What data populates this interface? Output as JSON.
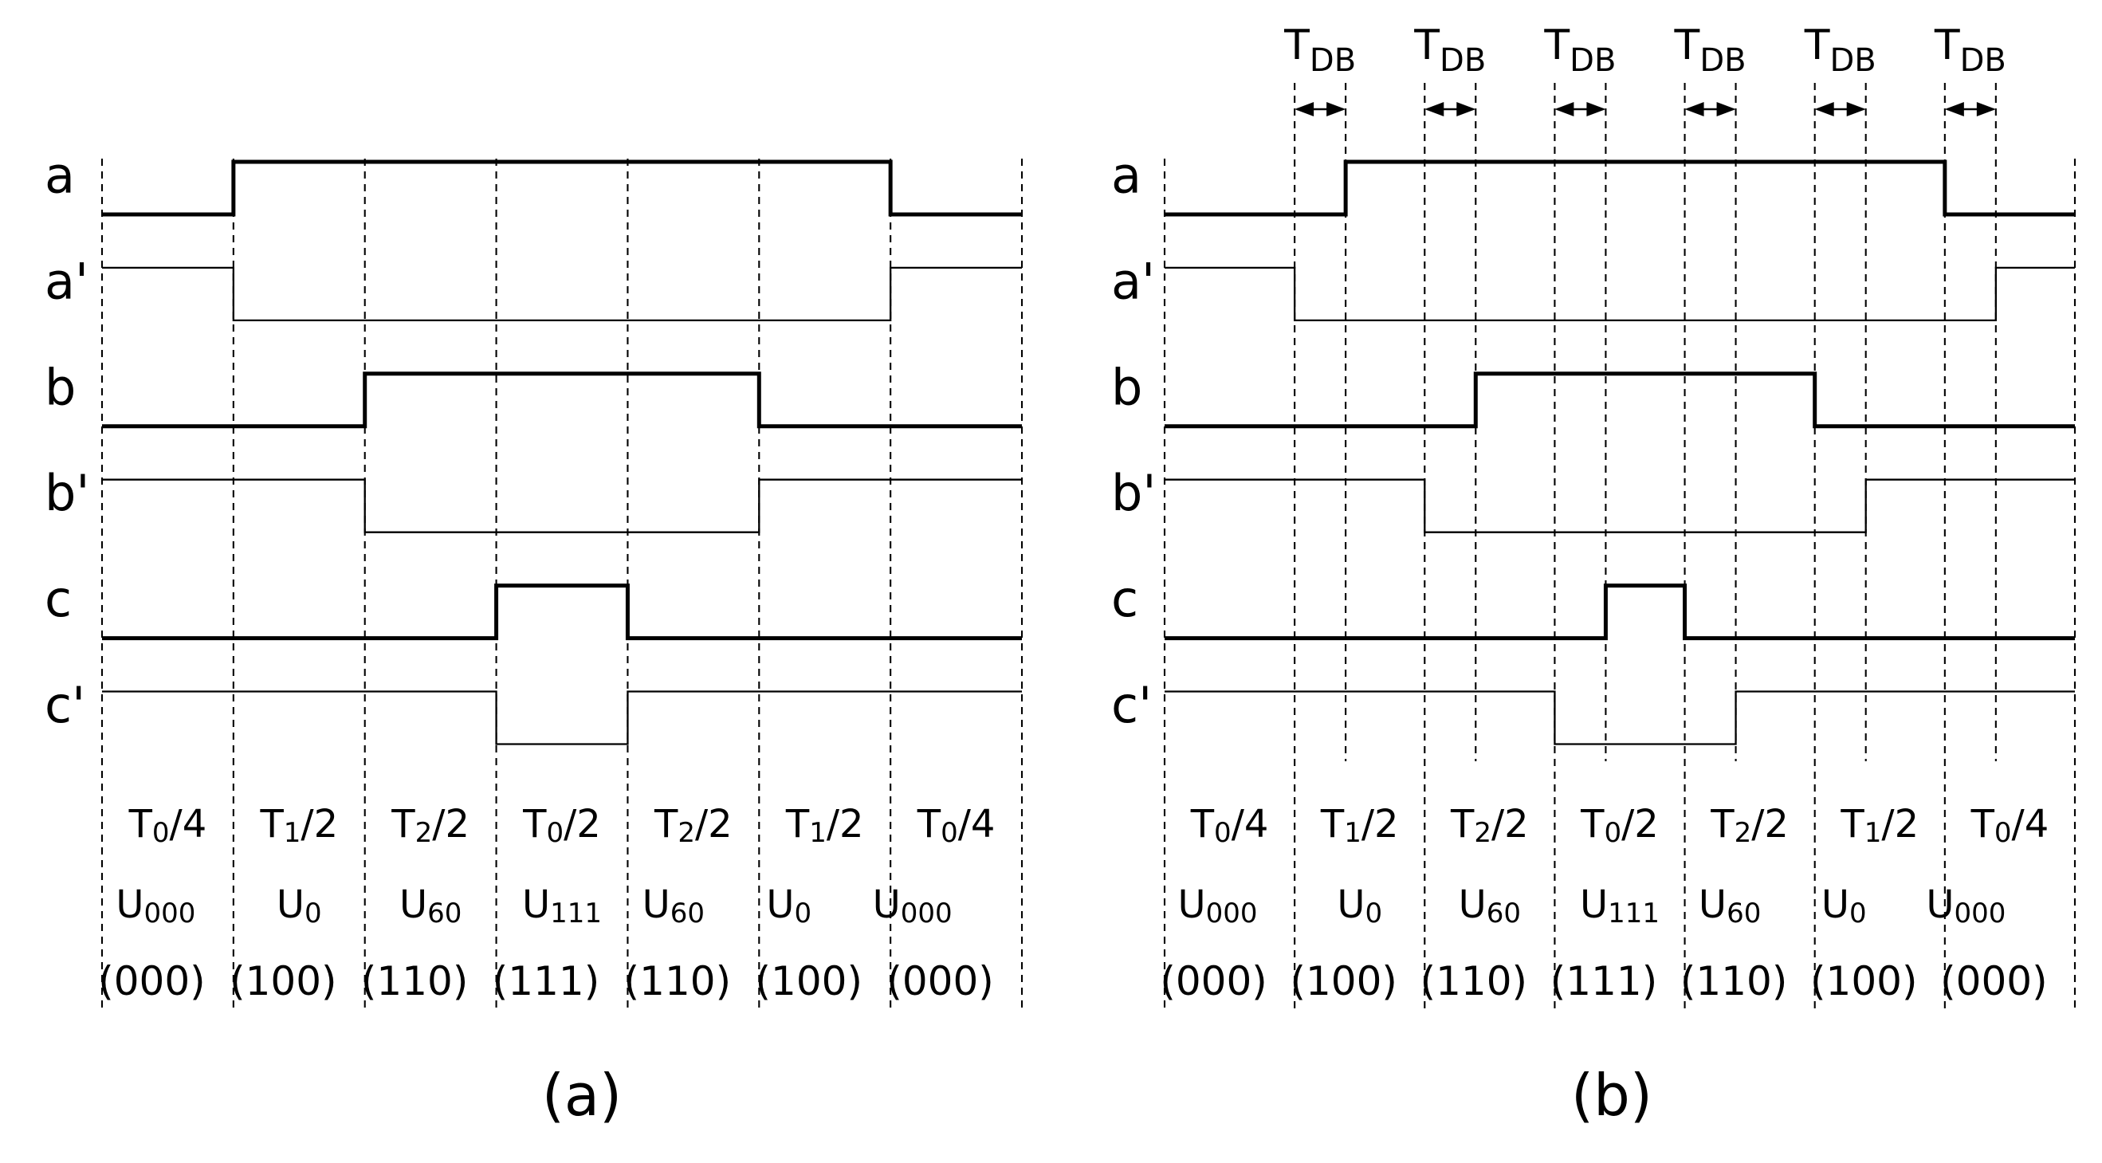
{
  "figure": {
    "background": "#ffffff",
    "ink": "#000000",
    "description": "Space-vector PWM switching sequence timing diagrams: (a) ideal complementary gate signals, (b) gate signals with dead-band delay on every rising edge"
  },
  "chart_data": {
    "type": "timing",
    "signals": [
      {
        "label": "a",
        "weight": "thick",
        "pattern": [
          0,
          1,
          1,
          1,
          1,
          1,
          0
        ]
      },
      {
        "label": "a'",
        "weight": "thin",
        "pattern": [
          1,
          0,
          0,
          0,
          0,
          0,
          1
        ]
      },
      {
        "label": "b",
        "weight": "thick",
        "pattern": [
          0,
          0,
          1,
          1,
          1,
          0,
          0
        ]
      },
      {
        "label": "b'",
        "weight": "thin",
        "pattern": [
          1,
          1,
          0,
          0,
          0,
          1,
          1
        ]
      },
      {
        "label": "c",
        "weight": "thick",
        "pattern": [
          0,
          0,
          0,
          1,
          0,
          0,
          0
        ]
      },
      {
        "label": "c'",
        "weight": "thin",
        "pattern": [
          1,
          1,
          1,
          0,
          1,
          1,
          1
        ]
      }
    ],
    "segments": [
      {
        "t": {
          "base": "T",
          "sub": "0",
          "suffix": "/4"
        },
        "u": {
          "base": "U",
          "sub": "000"
        },
        "state": "(000)"
      },
      {
        "t": {
          "base": "T",
          "sub": "1",
          "suffix": "/2"
        },
        "u": {
          "base": "U",
          "sub": "0"
        },
        "state": "(100)"
      },
      {
        "t": {
          "base": "T",
          "sub": "2",
          "suffix": "/2"
        },
        "u": {
          "base": "U",
          "sub": "60"
        },
        "state": "(110)"
      },
      {
        "t": {
          "base": "T",
          "sub": "0",
          "suffix": "/2"
        },
        "u": {
          "base": "U",
          "sub": "111"
        },
        "state": "(111)"
      },
      {
        "t": {
          "base": "T",
          "sub": "2",
          "suffix": "/2"
        },
        "u": {
          "base": "U",
          "sub": "60"
        },
        "state": "(110)"
      },
      {
        "t": {
          "base": "T",
          "sub": "1",
          "suffix": "/2"
        },
        "u": {
          "base": "U",
          "sub": "0"
        },
        "state": "(100)"
      },
      {
        "t": {
          "base": "T",
          "sub": "0",
          "suffix": "/4"
        },
        "u": {
          "base": "U",
          "sub": "000"
        },
        "state": "(000)"
      }
    ],
    "deadband": {
      "label": {
        "base": "T",
        "sub": "DB"
      },
      "count": 6,
      "rule": "rising edges delayed by TDB"
    },
    "diagrams": [
      {
        "id": "a",
        "caption": "(a)",
        "deadband": false
      },
      {
        "id": "b",
        "caption": "(b)",
        "deadband": true
      }
    ]
  }
}
